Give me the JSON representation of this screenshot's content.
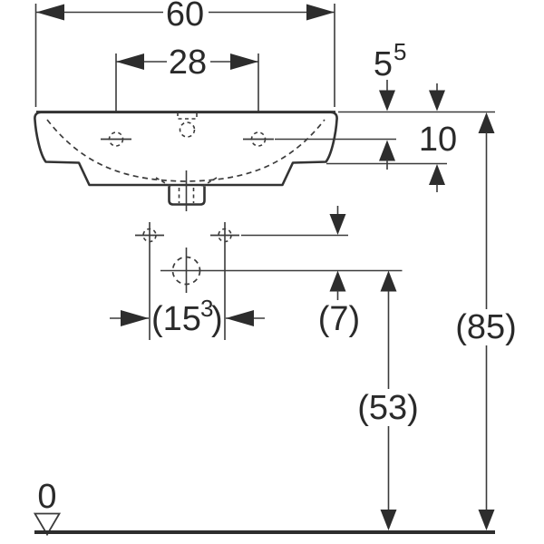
{
  "drawing": {
    "title": "washbasin-technical-dimension-drawing",
    "labels": {
      "total_width": "60",
      "tap_hole_spacing": "28",
      "tap_depth_main": "5",
      "tap_depth_sup": "5",
      "apron_height": "10",
      "fix_spacing_pre": "(15",
      "fix_spacing_sup": "3",
      "fix_spacing_post": ")",
      "fix_to_drain_offset": "(7)",
      "rim_level": "(85)",
      "drain_level": "(53)",
      "datum_zero": "0"
    },
    "colors": {
      "line": "#3b3b3b",
      "outline": "#333333",
      "arrow": "#2d2d2d",
      "text": "#2a2a2a",
      "background": "#ffffff"
    }
  }
}
